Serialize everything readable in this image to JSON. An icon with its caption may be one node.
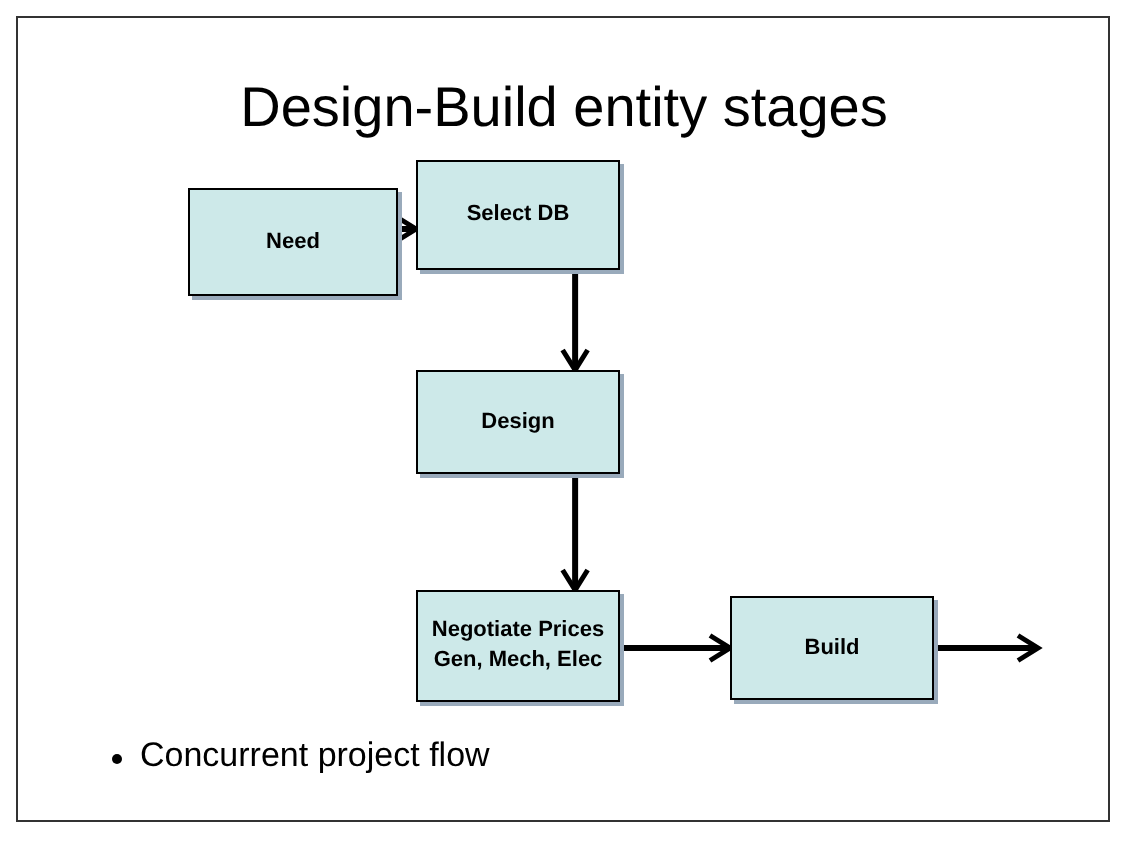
{
  "diagram": {
    "title": "Design-Build entity stages",
    "nodes": [
      {
        "text": [
          "Need"
        ]
      },
      {
        "text": [
          "Select DB"
        ]
      },
      {
        "text": [
          "Design"
        ]
      },
      {
        "text": [
          "Negotiate Prices Gen, Mech, Elec"
        ]
      },
      {
        "text": [
          "Build"
        ]
      }
    ],
    "edges": [
      {
        "from": 0,
        "to": 1,
        "arrow": "to"
      },
      {
        "from": 1,
        "to": 2,
        "arrow": "to"
      },
      {
        "from": 2,
        "to": 3,
        "arrow": "to"
      },
      {
        "from": 3,
        "to": 4,
        "arrow": "to"
      },
      {
        "from": 4,
        "to": null,
        "arrow": "to"
      }
    ],
    "labels": [
      "Concurrent project flow"
    ]
  }
}
